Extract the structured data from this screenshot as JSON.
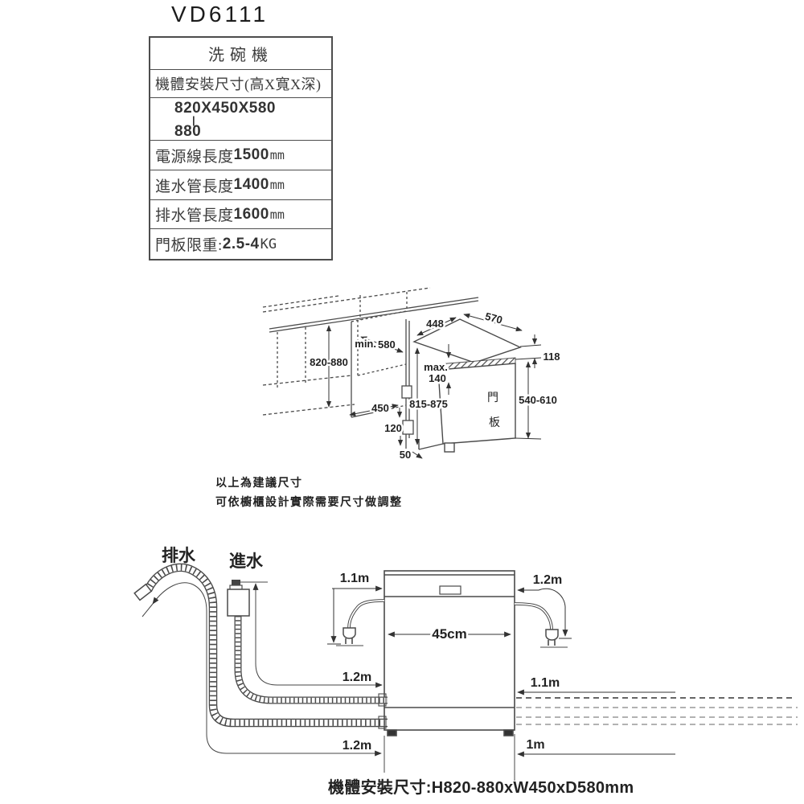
{
  "page": {
    "title": "VD6111",
    "caption": "機體安裝尺寸:H820-880xW450xD580mm"
  },
  "spec_table": {
    "product": "洗碗機",
    "dim_header": "機體安裝尺寸(高X寬X深)",
    "dim_line1": "820X450X580",
    "dim_bar": "|",
    "dim_line2": "880",
    "rows": [
      {
        "label": "電源線長度",
        "value": "1500",
        "unit": "mm"
      },
      {
        "label": "進水管長度",
        "value": "1400",
        "unit": "mm"
      },
      {
        "label": "排水管長度",
        "value": "1600",
        "unit": "mm"
      },
      {
        "label": "門板限重:",
        "value": "2.5-4",
        "unit": "KG"
      }
    ]
  },
  "iso": {
    "height_range": "820-880",
    "min_prefix": "min.",
    "min_value": "580",
    "top_width": "448",
    "top_depth": "570",
    "gap_top": "118",
    "max_prefix": "max.",
    "max_value": "140",
    "body_height": "815-875",
    "opening_width": "450",
    "plinth_height": "120",
    "toe_depth": "50",
    "door_height": "540-610",
    "door_char1": "門",
    "door_char2": "板",
    "note1": "以上為建議尺寸",
    "note2": "可依櫥櫃設計實際需要尺寸做調整"
  },
  "hose": {
    "drain_label": "排水",
    "inlet_label": "進水",
    "width_label": "45cm",
    "left_top": "1.1m",
    "left_mid": "1.2m",
    "left_bottom": "1.2m",
    "right_top": "1.2m",
    "right_mid": "1.1m",
    "right_bottom": "1m"
  }
}
